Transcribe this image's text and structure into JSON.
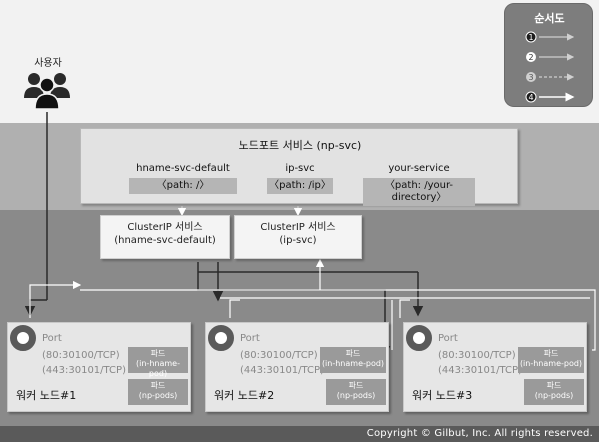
{
  "user": {
    "label": "사용자",
    "icon": "users-icon"
  },
  "legend": {
    "title": "순서도",
    "items": [
      {
        "num": "1",
        "style": "solid"
      },
      {
        "num": "2",
        "style": "solid"
      },
      {
        "num": "3",
        "style": "dashed"
      },
      {
        "num": "4",
        "style": "white"
      }
    ]
  },
  "nodeport": {
    "title": "노드포트 서비스 (np-svc)",
    "services": [
      {
        "name": "hname-svc-default",
        "path": "〈path: /〉"
      },
      {
        "name": "ip-svc",
        "path": "〈path: /ip〉"
      },
      {
        "name": "your-service",
        "path": "〈path: /your-directory〉"
      }
    ]
  },
  "clusterip": [
    {
      "line1": "ClusterIP 서비스",
      "line2": "(hname-svc-default)"
    },
    {
      "line1": "ClusterIP 서비스",
      "line2": "(ip-svc)"
    }
  ],
  "nodes": [
    {
      "name": "워커 노드#1",
      "port_label": "Port",
      "port1": "(80:30100/TCP)",
      "port2": "(443:30101/TCP)",
      "pod1_title": "파드",
      "pod1_name": "(in-hname-pod)",
      "pod2_title": "파드",
      "pod2_name": "(np-pods)"
    },
    {
      "name": "워커 노드#2",
      "port_label": "Port",
      "port1": "(80:30100/TCP)",
      "port2": "(443:30101/TCP)",
      "pod1_title": "파드",
      "pod1_name": "(in-hname-pod)",
      "pod2_title": "파드",
      "pod2_name": "(np-pods)"
    },
    {
      "name": "워커 노드#3",
      "port_label": "Port",
      "port1": "(80:30100/TCP)",
      "port2": "(443:30101/TCP)",
      "pod1_title": "파드",
      "pod1_name": "(in-hname-pod)",
      "pod2_title": "파드",
      "pod2_name": "(np-pods)"
    }
  ],
  "copyright": "Copyright © Gilbut, Inc. All rights reserved.",
  "colors": {
    "arrow_dark": "#333333",
    "arrow_light": "#ffffff",
    "panel": "#e2e2e2",
    "band": "#8a8a8a"
  }
}
